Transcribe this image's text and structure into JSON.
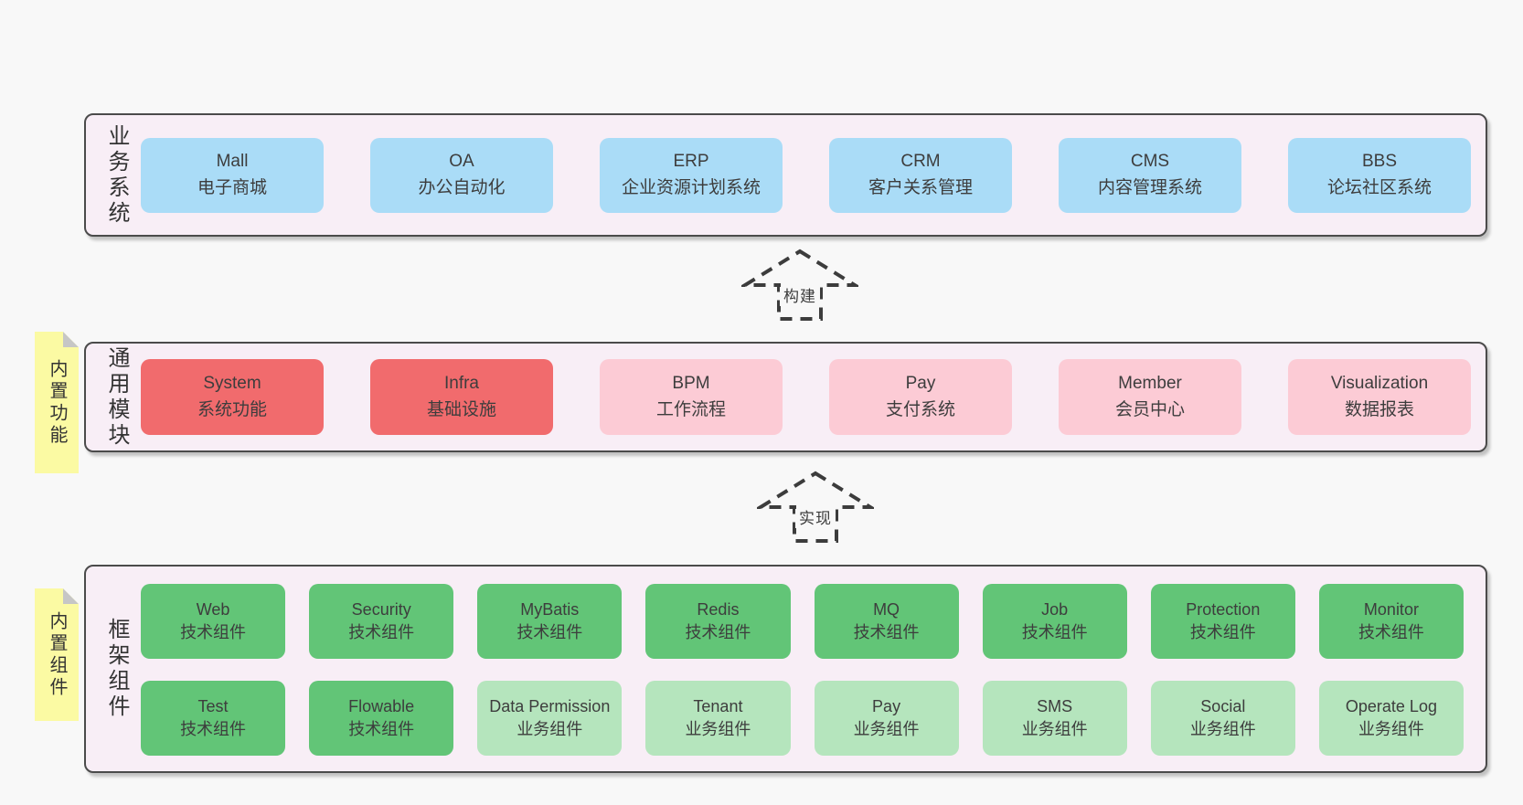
{
  "bands": [
    {
      "label": "业务系统",
      "boxes": [
        {
          "name": "Mall",
          "desc": "电子商城"
        },
        {
          "name": "OA",
          "desc": "办公自动化"
        },
        {
          "name": "ERP",
          "desc": "企业资源计划系统"
        },
        {
          "name": "CRM",
          "desc": "客户关系管理"
        },
        {
          "name": "CMS",
          "desc": "内容管理系统"
        },
        {
          "name": "BBS",
          "desc": "论坛社区系统"
        }
      ]
    },
    {
      "label": "通用模块",
      "note": "内置功能",
      "boxes": [
        {
          "name": "System",
          "desc": "系统功能"
        },
        {
          "name": "Infra",
          "desc": "基础设施"
        },
        {
          "name": "BPM",
          "desc": "工作流程"
        },
        {
          "name": "Pay",
          "desc": "支付系统"
        },
        {
          "name": "Member",
          "desc": "会员中心"
        },
        {
          "name": "Visualization",
          "desc": "数据报表"
        }
      ]
    },
    {
      "label": "框架组件",
      "note": "内置组件",
      "rows": [
        {
          "boxes": [
            {
              "name": "Web",
              "desc": "技术组件"
            },
            {
              "name": "Security",
              "desc": "技术组件"
            },
            {
              "name": "MyBatis",
              "desc": "技术组件"
            },
            {
              "name": "Redis",
              "desc": "技术组件"
            },
            {
              "name": "MQ",
              "desc": "技术组件"
            },
            {
              "name": "Job",
              "desc": "技术组件"
            },
            {
              "name": "Protection",
              "desc": "技术组件"
            },
            {
              "name": "Monitor",
              "desc": "技术组件"
            }
          ]
        },
        {
          "boxes": [
            {
              "name": "Test",
              "desc": "技术组件"
            },
            {
              "name": "Flowable",
              "desc": "技术组件"
            },
            {
              "name": "Data Permission",
              "desc": "业务组件"
            },
            {
              "name": "Tenant",
              "desc": "业务组件"
            },
            {
              "name": "Pay",
              "desc": "业务组件"
            },
            {
              "name": "SMS",
              "desc": "业务组件"
            },
            {
              "name": "Social",
              "desc": "业务组件"
            },
            {
              "name": "Operate Log",
              "desc": "业务组件"
            }
          ]
        }
      ]
    }
  ],
  "arrows": [
    {
      "label": "构建"
    },
    {
      "label": "实现"
    }
  ],
  "colors": {
    "page_bg": "#f8f8f8",
    "band_bg": "#f8eef6",
    "band_border": "#4b4b4b",
    "blue_box": "#aadcf7",
    "red_box": "#f16b6d",
    "pink_box": "#fccbd5",
    "green_box": "#62c577",
    "light_green_box": "#b5e5bd",
    "sticky_note": "#fbfaa3",
    "sticky_fold": "#c6c6c6",
    "text": "#3d3d3d"
  }
}
